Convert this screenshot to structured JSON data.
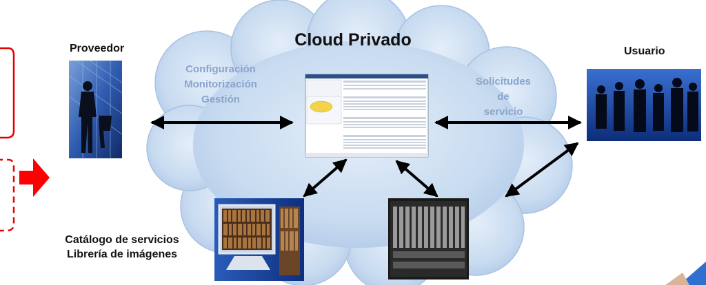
{
  "title": "Cloud Privado",
  "nodes": {
    "provider": "Proveedor",
    "user": "Usuario",
    "catalog_line1": "Catálogo de servicios",
    "catalog_line2": "Librería de imágenes"
  },
  "arrows": {
    "provider_to_cloud": [
      "Configuración",
      "Monitorización",
      "Gestión"
    ],
    "cloud_to_user": [
      "Solicitudes",
      "de",
      "servicio"
    ]
  },
  "colors": {
    "cloud_fill": "#c5d8ef",
    "cloud_edge": "#a9c1e2",
    "label_blue": "#8aa4cc",
    "arrow": "#000000",
    "left_box": "#e60000",
    "big_arrow": "#ff0000"
  }
}
